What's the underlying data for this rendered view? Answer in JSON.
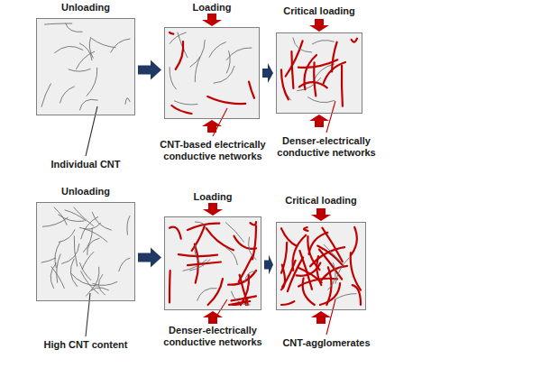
{
  "diagram": {
    "nodes": [
      {
        "text": [
          "Unloading"
        ]
      },
      {
        "text": [
          "Loading"
        ]
      },
      {
        "text": [
          "Critical loading"
        ]
      },
      {
        "text": [
          "Unloading"
        ]
      },
      {
        "text": [
          "Loading"
        ]
      },
      {
        "text": [
          "Critical loading"
        ]
      }
    ],
    "edges": [
      {
        "from": 0,
        "to": 1,
        "arrow": "to"
      },
      {
        "from": 1,
        "to": 2,
        "arrow": "to"
      },
      {
        "from": 3,
        "to": 4,
        "arrow": "to"
      },
      {
        "from": 4,
        "to": 5,
        "arrow": "to"
      }
    ],
    "labels": [
      "Individual CNT",
      "CNT-based electrically conductive networks",
      "Denser-electrically conductive networks",
      "High CNT content",
      "Denser-electrically conductive networks",
      "CNT-agglomerates"
    ]
  }
}
